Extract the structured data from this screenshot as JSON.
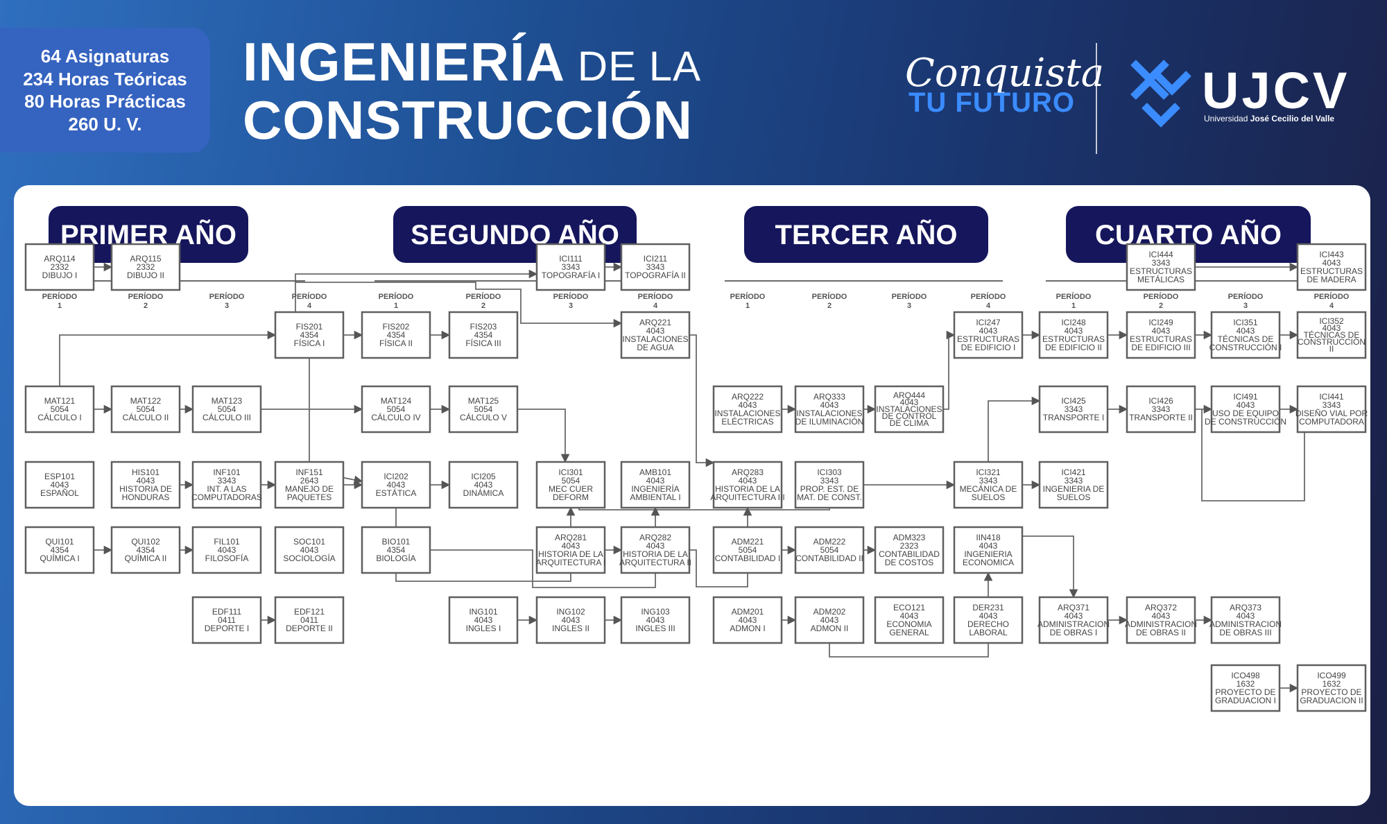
{
  "stats": [
    "64 Asignaturas",
    "234 Horas Teóricas",
    "80 Horas Prácticas",
    "260 U. V."
  ],
  "title": {
    "w1": "INGENIERÍA",
    "w2": " DE LA",
    "w3": "CONSTRUCCIÓN"
  },
  "slogan": {
    "l1": "Conquista",
    "l2": "TU FUTURO"
  },
  "logo": {
    "brand": "UJCV",
    "sub_a": "Universidad ",
    "sub_b": "José Cecilio del Valle",
    "color": "#3b8cff"
  },
  "colors": {
    "year_badge": "#15165c",
    "panel": "#ffffff"
  },
  "period_label": "PERÍODO",
  "years": [
    {
      "label": "PRIMER AÑO"
    },
    {
      "label": "SEGUNDO AÑO"
    },
    {
      "label": "TERCER AÑO"
    },
    {
      "label": "CUARTO AÑO"
    }
  ],
  "nodes": [
    {
      "id": "ARQ114",
      "lines": [
        "ARQ114",
        "2332",
        "DIBUJO I"
      ]
    },
    {
      "id": "ARQ115",
      "lines": [
        "ARQ115",
        "2332",
        "DIBUJO II"
      ]
    },
    {
      "id": "MAT121",
      "lines": [
        "MAT121",
        "5054",
        "CÁLCULO I"
      ]
    },
    {
      "id": "MAT122",
      "lines": [
        "MAT122",
        "5054",
        "CÁLCULO II"
      ]
    },
    {
      "id": "MAT123",
      "lines": [
        "MAT123",
        "5054",
        "CÁLCULO III"
      ]
    },
    {
      "id": "FIS201",
      "lines": [
        "FIS201",
        "4354",
        "FÍSICA I"
      ]
    },
    {
      "id": "ESP101",
      "lines": [
        "ESP101",
        "4043",
        "ESPAÑOL"
      ]
    },
    {
      "id": "HIS101",
      "lines": [
        "HIS101",
        "4043",
        "HISTORIA DE",
        "HONDURAS"
      ]
    },
    {
      "id": "INF101",
      "lines": [
        "INF101",
        "3343",
        "INT. A LAS",
        "COMPUTADORAS"
      ]
    },
    {
      "id": "INF151",
      "lines": [
        "INF151",
        "2643",
        "MANEJO DE",
        "PAQUETES"
      ]
    },
    {
      "id": "QUI101",
      "lines": [
        "QUI101",
        "4354",
        "QUÍMICA I"
      ]
    },
    {
      "id": "QUI102",
      "lines": [
        "QUI102",
        "4354",
        "QUÍMICA II"
      ]
    },
    {
      "id": "FIL101",
      "lines": [
        "FIL101",
        "4043",
        "FILOSOFÍA"
      ]
    },
    {
      "id": "SOC101",
      "lines": [
        "SOC101",
        "4043",
        "SOCIOLOGÍA"
      ]
    },
    {
      "id": "EDF111",
      "lines": [
        "EDF111",
        "0411",
        "DEPORTE I"
      ]
    },
    {
      "id": "EDF121",
      "lines": [
        "EDF121",
        "0411",
        "DEPORTE II"
      ]
    },
    {
      "id": "FIS202",
      "lines": [
        "FIS202",
        "4354",
        "FÍSICA II"
      ]
    },
    {
      "id": "FIS203",
      "lines": [
        "FIS203",
        "4354",
        "FÍSICA III"
      ]
    },
    {
      "id": "ICI111",
      "lines": [
        "ICI111",
        "3343",
        "TOPOGRAFÍA I"
      ]
    },
    {
      "id": "ICI211",
      "lines": [
        "ICI211",
        "3343",
        "TOPOGRAFÍA II"
      ]
    },
    {
      "id": "ARQ221",
      "lines": [
        "ARQ221",
        "4043",
        "INSTALACIONES",
        "DE AGUA"
      ]
    },
    {
      "id": "MAT124",
      "lines": [
        "MAT124",
        "5054",
        "CÁLCULO IV"
      ]
    },
    {
      "id": "MAT125",
      "lines": [
        "MAT125",
        "5054",
        "CÁLCULO V"
      ]
    },
    {
      "id": "ICI202",
      "lines": [
        "ICI202",
        "4043",
        "ESTÁTICA"
      ]
    },
    {
      "id": "ICI205",
      "lines": [
        "ICI205",
        "4043",
        "DINÁMICA"
      ]
    },
    {
      "id": "ICI301",
      "lines": [
        "ICI301",
        "5054",
        "MEC CUER",
        "DEFORM"
      ]
    },
    {
      "id": "AMB101",
      "lines": [
        "AMB101",
        "4043",
        "INGENIERÍA",
        "AMBIENTAL I"
      ]
    },
    {
      "id": "BIO101",
      "lines": [
        "BIO101",
        "4354",
        "BIOLOGÍA"
      ]
    },
    {
      "id": "ARQ281",
      "lines": [
        "ARQ281",
        "4043",
        "HISTORIA DE LA",
        "ARQUITECTURA I"
      ]
    },
    {
      "id": "ARQ282",
      "lines": [
        "ARQ282",
        "4043",
        "HISTORIA DE LA",
        "ARQUITECTURA II"
      ]
    },
    {
      "id": "ING101",
      "lines": [
        "ING101",
        "4043",
        "INGLES I"
      ]
    },
    {
      "id": "ING102",
      "lines": [
        "ING102",
        "4043",
        "INGLES II"
      ]
    },
    {
      "id": "ING103",
      "lines": [
        "ING103",
        "4043",
        "INGLES III"
      ]
    },
    {
      "id": "ARQ222",
      "lines": [
        "ARQ222",
        "4043",
        "INSTALACIONES",
        "ELÉCTRICAS"
      ]
    },
    {
      "id": "ARQ333",
      "lines": [
        "ARQ333",
        "4043",
        "INSTALACIONES",
        "DE ILUMINACIÓN"
      ]
    },
    {
      "id": "ARQ444",
      "lines": [
        "ARQ444",
        "4043",
        "INSTALACIONES",
        "DE CONTROL",
        "DE CLIMA"
      ]
    },
    {
      "id": "ICI247",
      "lines": [
        "ICI247",
        "4043",
        "ESTRUCTURAS",
        "DE EDIFICIO I"
      ]
    },
    {
      "id": "ARQ283",
      "lines": [
        "ARQ283",
        "4043",
        "HISTORIA DE LA",
        "ARQUITECTURA III"
      ]
    },
    {
      "id": "ICI303",
      "lines": [
        "ICI303",
        "3343",
        "PROP. EST. DE",
        "MAT. DE CONST."
      ]
    },
    {
      "id": "ICI321",
      "lines": [
        "ICI321",
        "3343",
        "MECÁNICA DE",
        "SUELOS"
      ]
    },
    {
      "id": "ADM221",
      "lines": [
        "ADM221",
        "5054",
        "CONTABILIDAD I"
      ]
    },
    {
      "id": "ADM222",
      "lines": [
        "ADM222",
        "5054",
        "CONTABILIDAD II"
      ]
    },
    {
      "id": "ADM323",
      "lines": [
        "ADM323",
        "2323",
        "CONTABILIDAD",
        "DE COSTOS"
      ]
    },
    {
      "id": "IIN418",
      "lines": [
        "IIN418",
        "4043",
        "INGENIERIA",
        "ECONOMICA"
      ]
    },
    {
      "id": "ADM201",
      "lines": [
        "ADM201",
        "4043",
        "ADMON I"
      ]
    },
    {
      "id": "ADM202",
      "lines": [
        "ADM202",
        "4043",
        "ADMON II"
      ]
    },
    {
      "id": "ECO121",
      "lines": [
        "ECO121",
        "4043",
        "ECONOMIA",
        "GENERAL"
      ]
    },
    {
      "id": "DER231",
      "lines": [
        "DER231",
        "4043",
        "DERECHO",
        "LABORAL"
      ]
    },
    {
      "id": "ICI444",
      "lines": [
        "ICI444",
        "3343",
        "ESTRUCTURAS",
        "METÁLICAS"
      ]
    },
    {
      "id": "ICI443",
      "lines": [
        "ICI443",
        "4043",
        "ESTRUCTURAS",
        "DE MADERA"
      ]
    },
    {
      "id": "ICI248",
      "lines": [
        "ICI248",
        "4043",
        "ESTRUCTURAS",
        "DE EDIFICIO II"
      ]
    },
    {
      "id": "ICI249",
      "lines": [
        "ICI249",
        "4043",
        "ESTRUCTURAS",
        "DE EDIFICIO III"
      ]
    },
    {
      "id": "ICI351",
      "lines": [
        "ICI351",
        "4043",
        "TÉCNICAS DE",
        "CONSTRUCCIÓN I"
      ]
    },
    {
      "id": "ICI352",
      "lines": [
        "ICI352",
        "4043",
        "TÉCNICAS DE",
        "CONSTRUCCIÓN",
        "II"
      ]
    },
    {
      "id": "ICI425",
      "lines": [
        "ICI425",
        "3343",
        "TRANSPORTE I"
      ]
    },
    {
      "id": "ICI426",
      "lines": [
        "ICI426",
        "3343",
        "TRANSPORTE II"
      ]
    },
    {
      "id": "ICI491",
      "lines": [
        "ICI491",
        "4043",
        "USO DE EQUIPO",
        "DE CONSTRUCCIÓN"
      ]
    },
    {
      "id": "ICI441",
      "lines": [
        "ICI441",
        "3343",
        "DISEÑO VIAL POR",
        "COMPUTADORA"
      ]
    },
    {
      "id": "ICI421",
      "lines": [
        "ICI421",
        "3343",
        "INGENIERIA DE",
        "SUELOS"
      ]
    },
    {
      "id": "ARQ371",
      "lines": [
        "ARQ371",
        "4043",
        "ADMINISTRACION",
        "DE OBRAS I"
      ]
    },
    {
      "id": "ARQ372",
      "lines": [
        "ARQ372",
        "4043",
        "ADMINISTRACION",
        "DE OBRAS II"
      ]
    },
    {
      "id": "ARQ373",
      "lines": [
        "ARQ373",
        "4043",
        "ADMINISTRACION",
        "DE OBRAS III"
      ]
    },
    {
      "id": "ICO498",
      "lines": [
        "ICO498",
        "1632",
        "PROYECTO DE",
        "GRADUACION I"
      ]
    },
    {
      "id": "ICO499",
      "lines": [
        "ICO499",
        "1632",
        "PROYECTO DE",
        "GRADUACION II"
      ]
    }
  ]
}
